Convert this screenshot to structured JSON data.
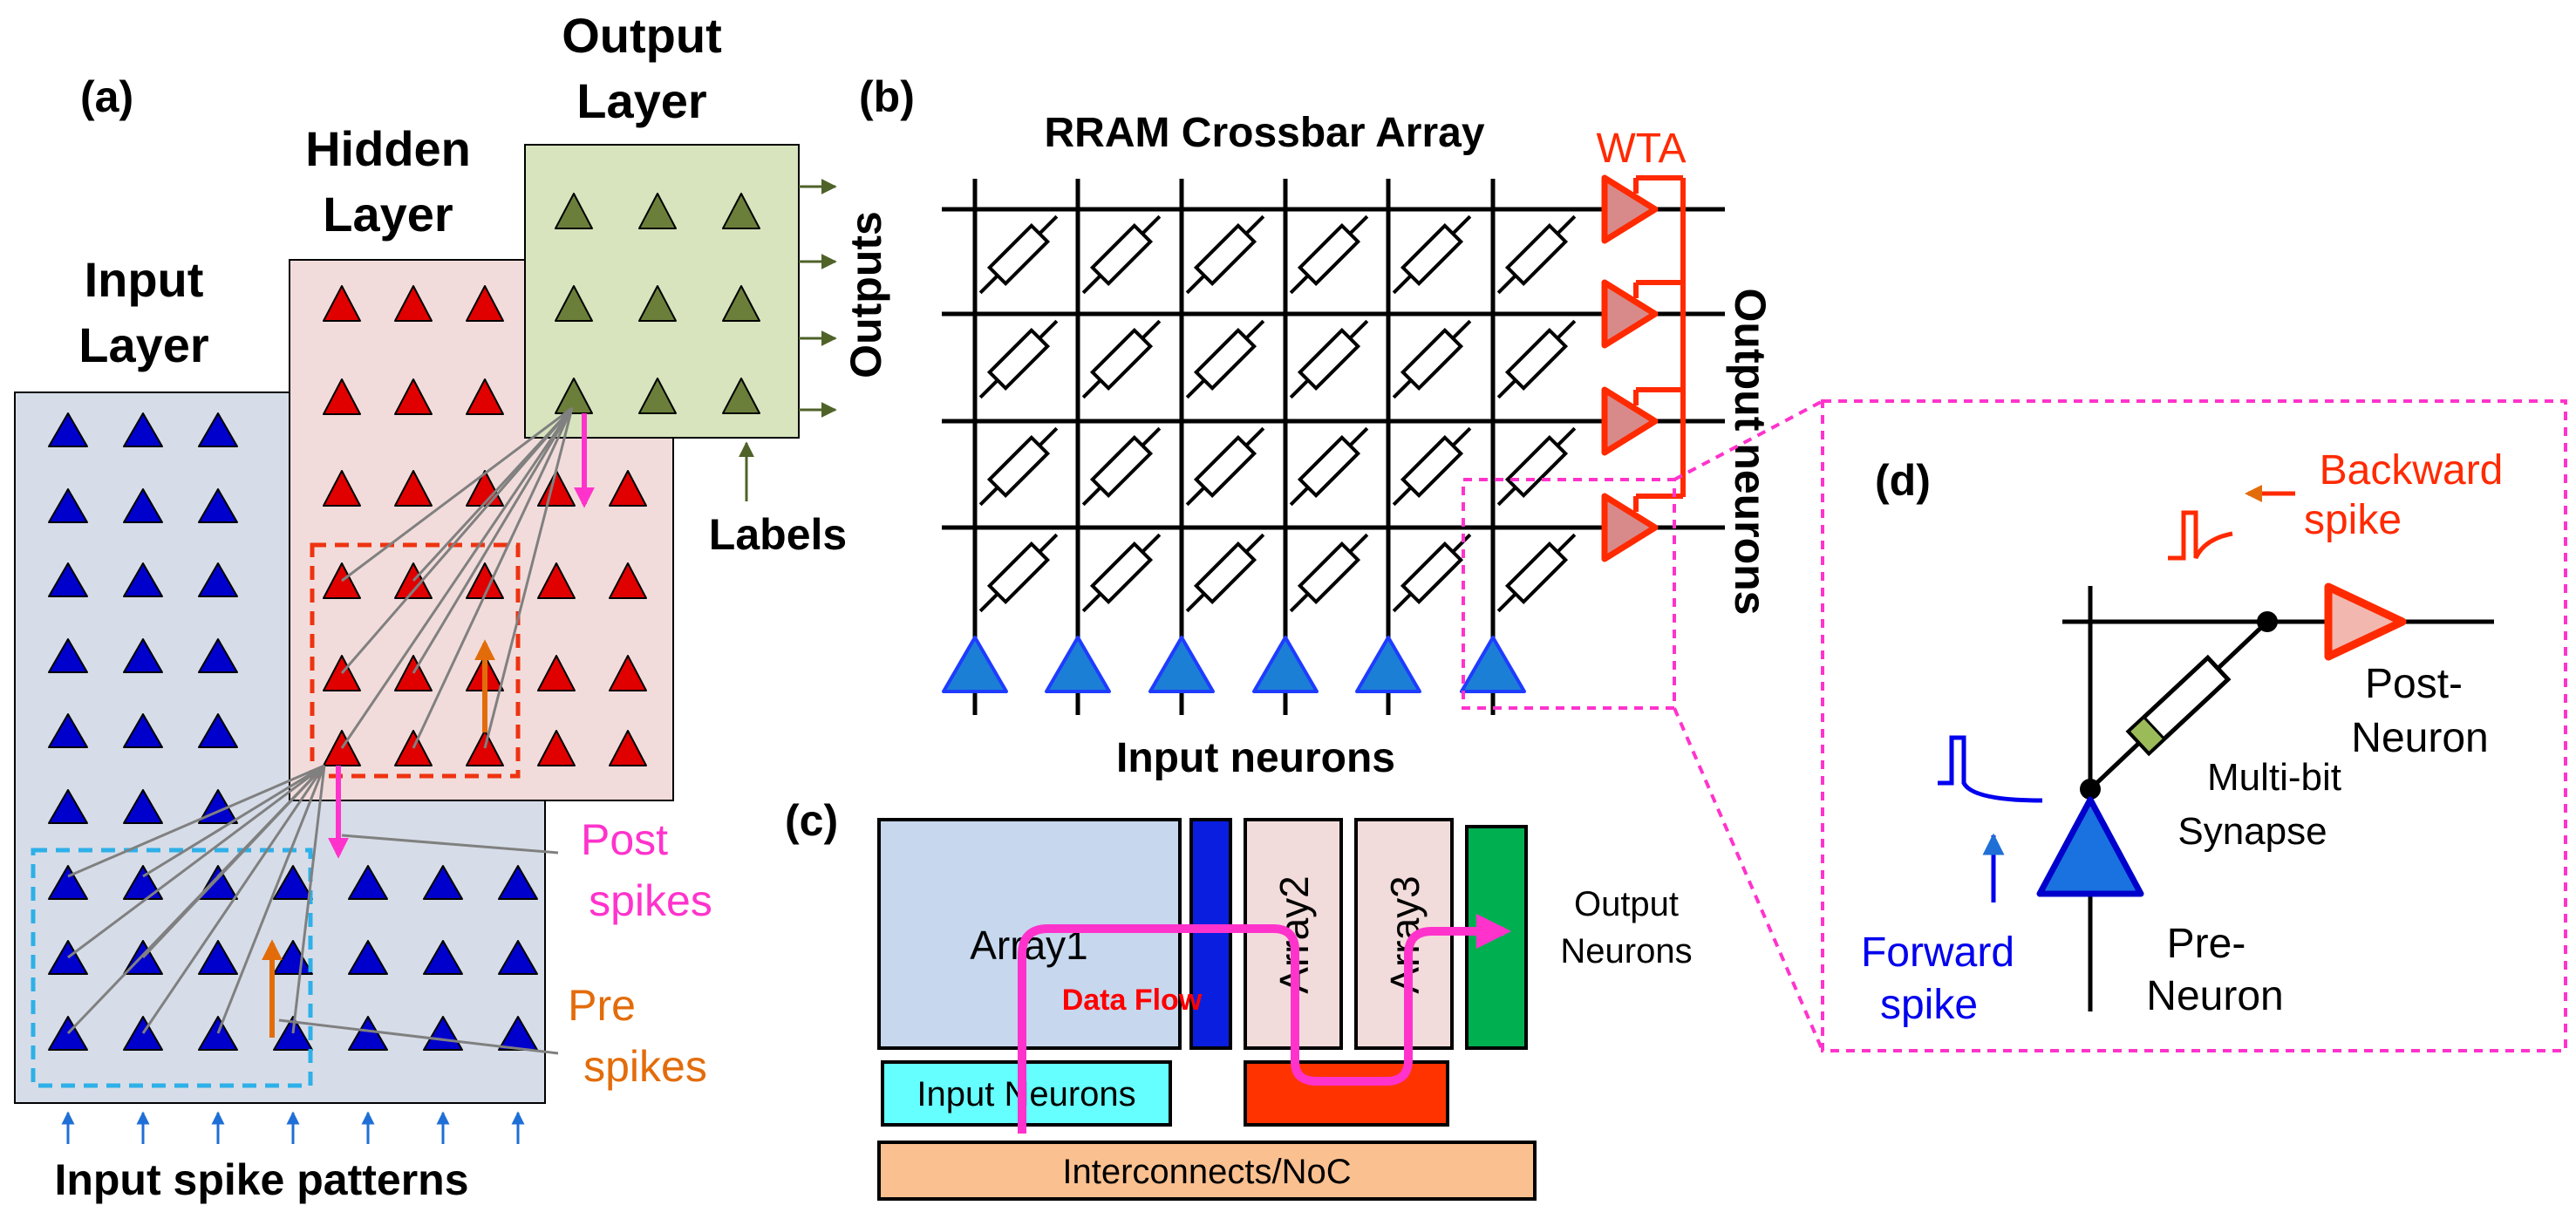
{
  "panels": {
    "a": "(a)",
    "b": "(b)",
    "c": "(c)",
    "d": "(d)"
  },
  "panel_a": {
    "input_layer": [
      "Input",
      "Layer"
    ],
    "hidden_layer": [
      "Hidden",
      "Layer"
    ],
    "output_layer": [
      "Output",
      "Layer"
    ],
    "outputs": "Outputs",
    "labels": "Labels",
    "post_spikes": [
      "Post",
      "spikes"
    ],
    "pre_spikes": [
      "Pre",
      "spikes"
    ],
    "input_spike_patterns": "Input spike patterns"
  },
  "panel_b": {
    "title": "RRAM Crossbar Array",
    "wta": "WTA",
    "output_neurons": "Output neurons",
    "input_neurons": "Input neurons"
  },
  "panel_c": {
    "array1": "Array1",
    "array2": "Array2",
    "array3": "Array3",
    "data_flow": "Data Flow",
    "output_neurons": [
      "Output",
      "Neurons"
    ],
    "input_neurons": "Input Neurons",
    "interconnects": "Interconnects/NoC"
  },
  "panel_d": {
    "backward_spike": [
      "Backward",
      "spike"
    ],
    "post_neuron": [
      "Post-",
      "Neuron"
    ],
    "synapse": [
      "Multi-bit",
      "Synapse"
    ],
    "forward_spike": [
      "Forward",
      "spike"
    ],
    "pre_neuron": [
      "Pre-",
      "Neuron"
    ]
  },
  "colors": {
    "input_fill": "#d6dde8",
    "hidden_fill": "#f2dcdb",
    "output_fill": "#d7e4bd",
    "blue_neuron": "#0000cc",
    "red_neuron": "#e00000",
    "green_neuron": "#6b7f3a",
    "pink": "#ff33cc",
    "orange": "#e36c0a",
    "cyan_dash": "#2eb0e8",
    "red": "#ff2a00",
    "wta_neuron": "#d88a8a",
    "input_neuron_b": "#1c7fd6",
    "array1_fill": "#c6d7ee",
    "array_fill": "#f2dcdb",
    "blue_bar": "#0a1ee0",
    "green_bar": "#00b050",
    "input_box": "#66ffff",
    "red_box": "#ff3300",
    "noc_box": "#fac090"
  }
}
